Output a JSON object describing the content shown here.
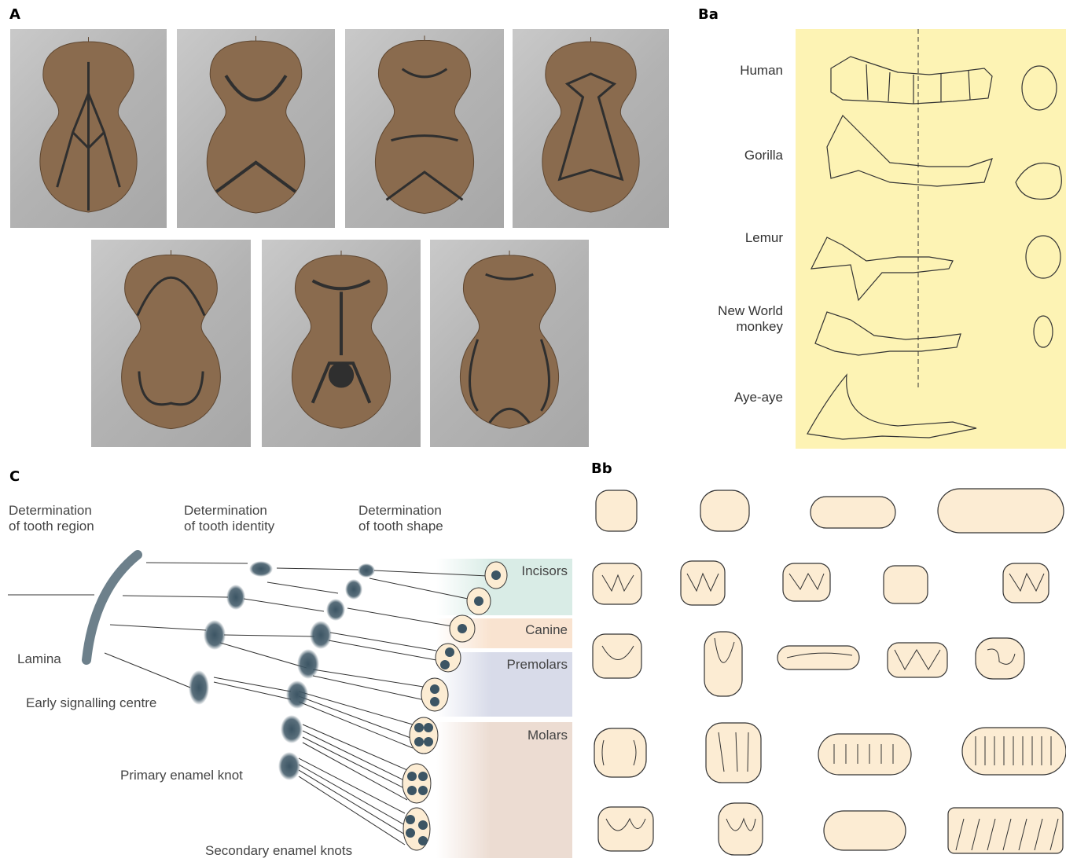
{
  "panels": {
    "a": "A",
    "ba": "Ba",
    "bb": "Bb",
    "c": "C"
  },
  "ba_species": [
    "Human",
    "Gorilla",
    "Lemur",
    "New World\nmonkey",
    "Aye-aye"
  ],
  "c_headers": [
    "Determination\nof tooth region",
    "Determination\nof tooth identity",
    "Determination\nof tooth shape"
  ],
  "c_labels": {
    "lamina": "Lamina",
    "early": "Early signalling centre",
    "primary": "Primary enamel knot",
    "secondary": "Secondary enamel knots"
  },
  "c_bands": [
    "Incisors",
    "Canine",
    "Premolars",
    "Molars"
  ],
  "colors": {
    "violin_wood": "#8a6b4e",
    "plate_bg": "#b8b8b8",
    "ba_bg": "#fdf3b4",
    "knot": "#3c5564",
    "tooth_fill": "#fcecd3",
    "incisor_band": "#d9ece6",
    "canine_band": "#f9e3d0",
    "premolar_band": "#d8dbe9",
    "molar_band": "#ecdcd2"
  }
}
